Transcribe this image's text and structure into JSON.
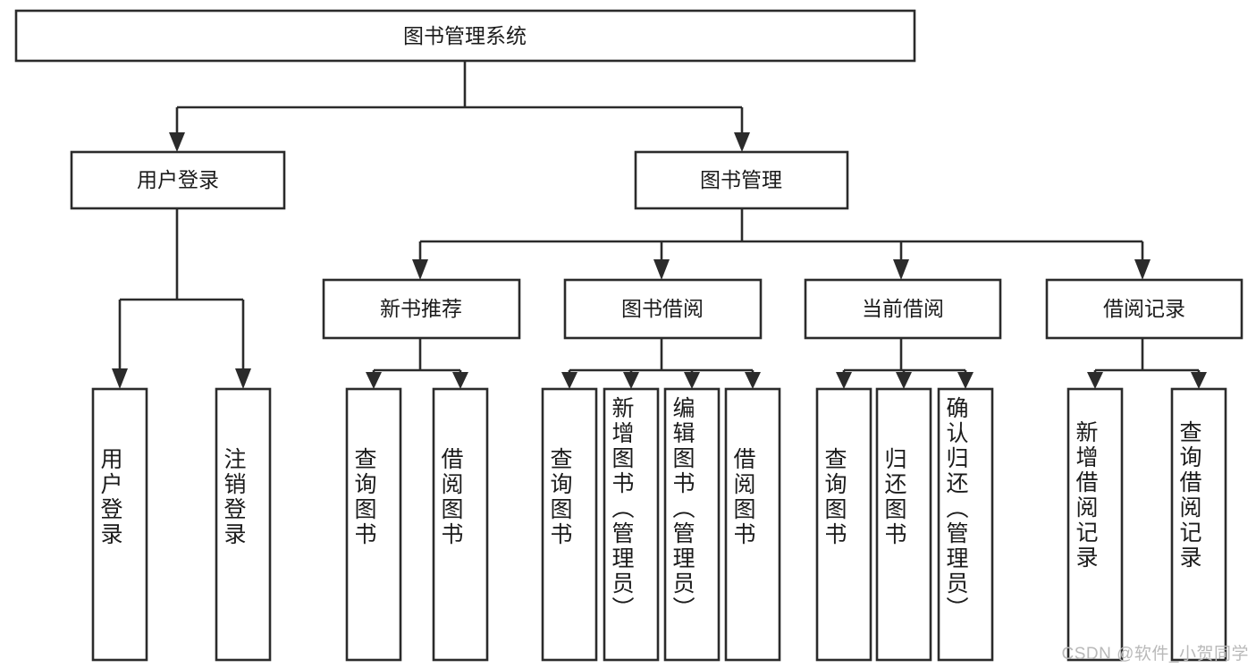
{
  "diagram": {
    "title": "图书管理系统",
    "watermark": "CSDN @软件_小贺同学",
    "accent_color": "#2b2b2b",
    "box_fill": "#ffffff",
    "levels": {
      "root": {
        "label": "图书管理系统"
      },
      "level2": [
        {
          "id": "user-login",
          "label": "用户登录"
        },
        {
          "id": "book-manage",
          "label": "图书管理"
        }
      ],
      "level3": [
        {
          "id": "new-book-recommend",
          "label": "新书推荐"
        },
        {
          "id": "book-borrow",
          "label": "图书借阅"
        },
        {
          "id": "current-borrow",
          "label": "当前借阅"
        },
        {
          "id": "borrow-record",
          "label": "借阅记录"
        }
      ],
      "leaves": {
        "user_login": [
          {
            "id": "leaf-user-login",
            "label": "用户登录"
          },
          {
            "id": "leaf-logout-login",
            "label": "注销登录"
          }
        ],
        "new_book_recommend": [
          {
            "id": "leaf-query-book-1",
            "label": "查询图书"
          },
          {
            "id": "leaf-borrow-book-1",
            "label": "借阅图书"
          }
        ],
        "book_borrow": [
          {
            "id": "leaf-query-book-2",
            "label": "查询图书"
          },
          {
            "id": "leaf-add-book",
            "label": "新增图书（管理员）"
          },
          {
            "id": "leaf-edit-book",
            "label": "编辑图书（管理员）"
          },
          {
            "id": "leaf-borrow-book-2",
            "label": "借阅图书"
          }
        ],
        "current_borrow": [
          {
            "id": "leaf-query-book-3",
            "label": "查询图书"
          },
          {
            "id": "leaf-return-book",
            "label": "归还图书"
          },
          {
            "id": "leaf-confirm-return",
            "label": "确认归还（管理员）"
          }
        ],
        "borrow_record": [
          {
            "id": "leaf-add-record",
            "label": "新增借阅记录"
          },
          {
            "id": "leaf-query-record",
            "label": "查询借阅记录"
          }
        ]
      }
    }
  }
}
